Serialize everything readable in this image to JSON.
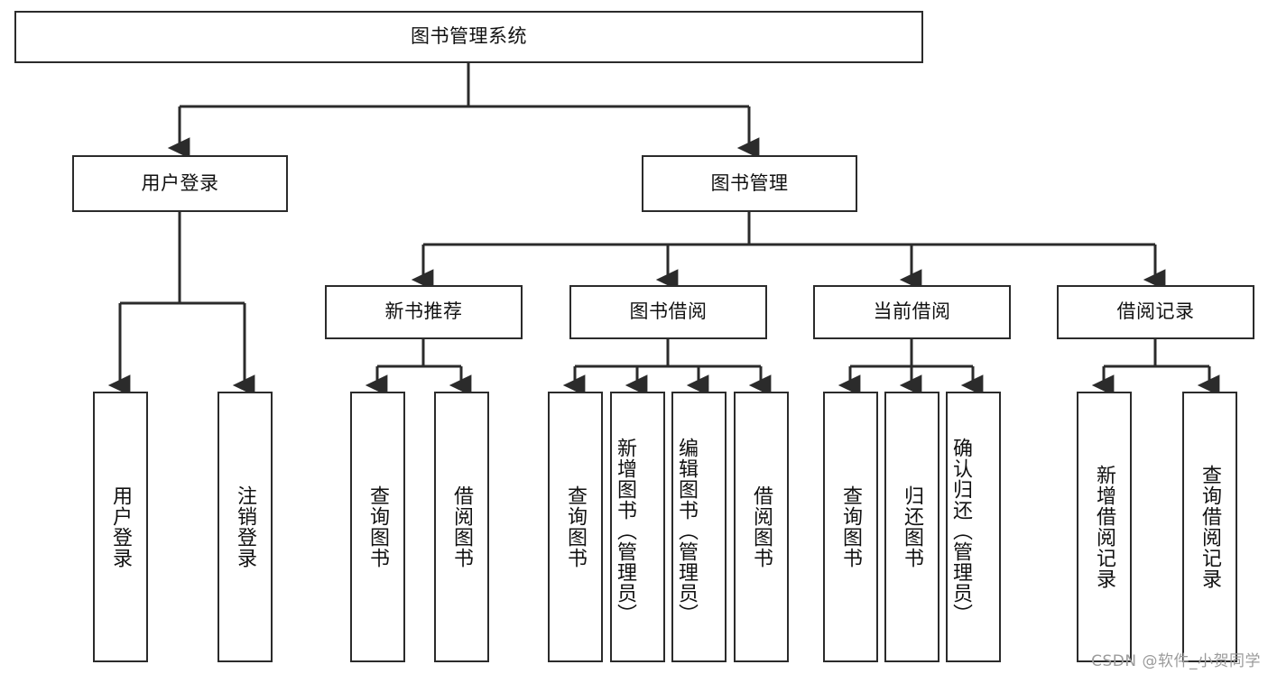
{
  "diagram": {
    "title": "图书管理系统",
    "type": "tree",
    "watermark": "CSDN @软件_小贺同学",
    "colors": {
      "stroke": "#2b2b2b",
      "fill": "#ffffff",
      "text": "#111111",
      "watermark": "#9b9b9b"
    },
    "root": {
      "label": "图书管理系统"
    },
    "level2": [
      {
        "label": "用户登录"
      },
      {
        "label": "图书管理"
      }
    ],
    "level3": [
      {
        "label": "新书推荐"
      },
      {
        "label": "图书借阅"
      },
      {
        "label": "当前借阅"
      },
      {
        "label": "借阅记录"
      }
    ],
    "leaves": {
      "user_login": [
        {
          "label": "用户登录"
        },
        {
          "label": "注销登录"
        }
      ],
      "new_book": [
        {
          "label": "查询图书"
        },
        {
          "label": "借阅图书"
        }
      ],
      "book_borrow": [
        {
          "label": "查询图书"
        },
        {
          "label": "新增图书（管理员）"
        },
        {
          "label": "编辑图书（管理员）"
        },
        {
          "label": "借阅图书"
        }
      ],
      "current_borrow": [
        {
          "label": "查询图书"
        },
        {
          "label": "归还图书"
        },
        {
          "label": "确认归还（管理员）"
        }
      ],
      "borrow_record": [
        {
          "label": "新增借阅记录"
        },
        {
          "label": "查询借阅记录"
        }
      ]
    }
  }
}
